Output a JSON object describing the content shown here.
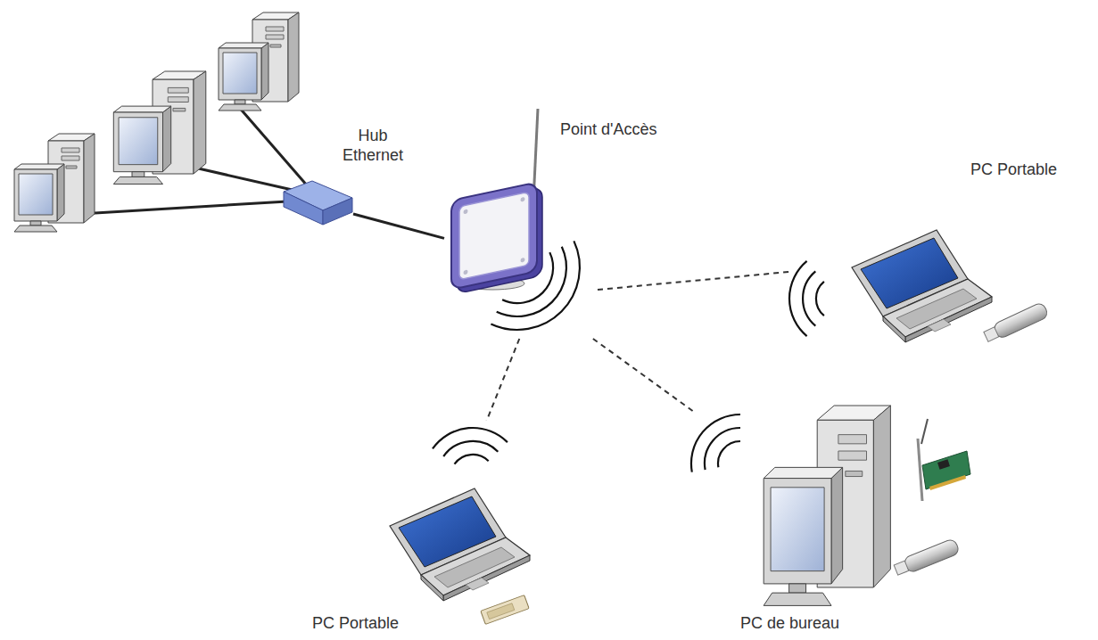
{
  "diagram": {
    "nodes": [
      {
        "text": [
          "Hub Ethernet"
        ]
      },
      {
        "text": [
          "Point d'Accès"
        ]
      },
      {
        "text": [
          "PC Portable"
        ]
      },
      {
        "text": [
          "PC Portable"
        ]
      },
      {
        "text": [
          "PC de bureau"
        ]
      }
    ],
    "edges": [
      {
        "from": 0,
        "to": 1,
        "arrow": "none"
      },
      {
        "from": 1,
        "to": 2,
        "arrow": "none"
      },
      {
        "from": 1,
        "to": 3,
        "arrow": "none"
      },
      {
        "from": 1,
        "to": 4,
        "arrow": "none"
      }
    ]
  }
}
